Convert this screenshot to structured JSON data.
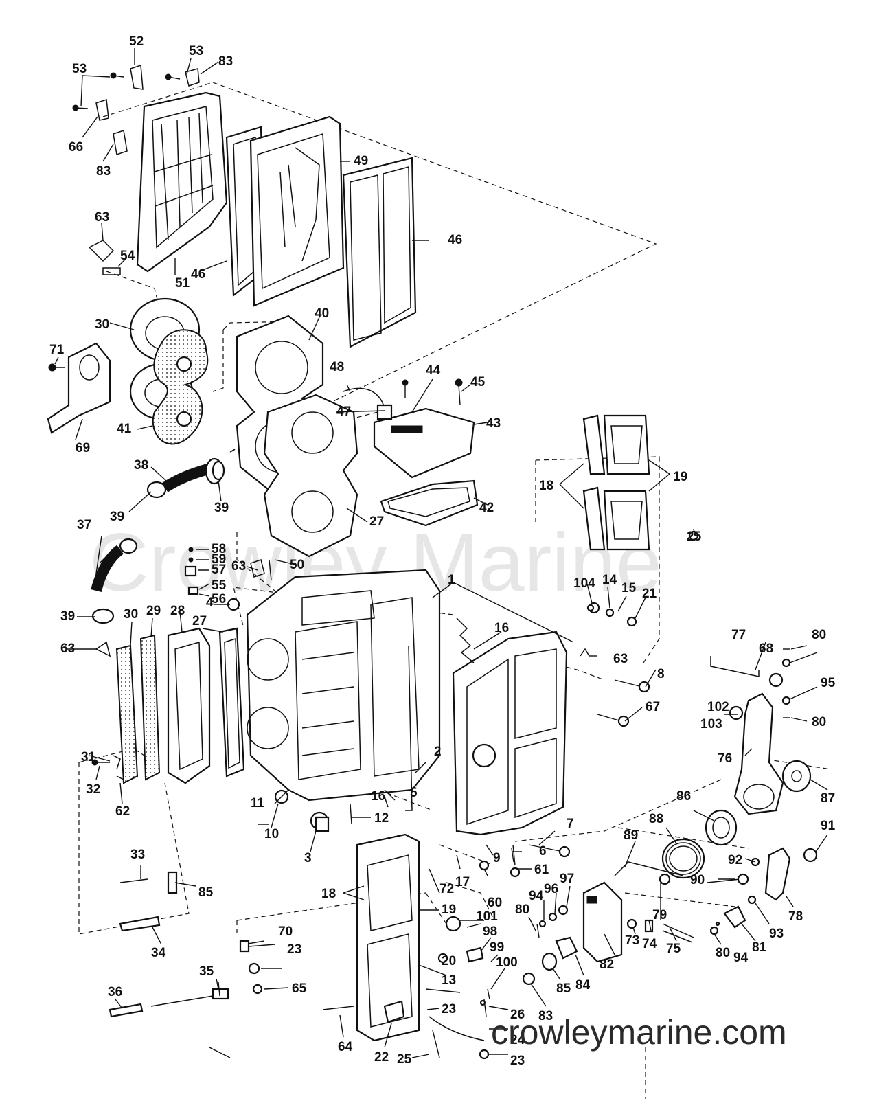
{
  "watermark": "Crowley Marine",
  "site_text": "crowleymarine.com",
  "callouts": [
    "1",
    "2",
    "3",
    "4",
    "5",
    "6",
    "7",
    "8",
    "9",
    "10",
    "11",
    "12",
    "13",
    "14",
    "15",
    "16",
    "16",
    "17",
    "18",
    "18",
    "19",
    "19",
    "20",
    "21",
    "22",
    "23",
    "23",
    "23",
    "24",
    "25",
    "25",
    "26",
    "27",
    "27",
    "28",
    "29",
    "30",
    "30",
    "31",
    "32",
    "33",
    "34",
    "35",
    "36",
    "37",
    "38",
    "39",
    "39",
    "39",
    "40",
    "41",
    "42",
    "43",
    "44",
    "45",
    "46",
    "46",
    "47",
    "48",
    "49",
    "50",
    "51",
    "52",
    "53",
    "53",
    "54",
    "55",
    "56",
    "57",
    "58",
    "59",
    "60",
    "61",
    "62",
    "63",
    "63",
    "63",
    "63",
    "64",
    "65",
    "66",
    "67",
    "68",
    "69",
    "70",
    "71",
    "72",
    "73",
    "74",
    "75",
    "76",
    "77",
    "78",
    "79",
    "80",
    "80",
    "80",
    "80",
    "81",
    "82",
    "83",
    "83",
    "83",
    "84",
    "85",
    "85",
    "86",
    "87",
    "88",
    "89",
    "90",
    "91",
    "92",
    "93",
    "94",
    "94",
    "95",
    "96",
    "97",
    "98",
    "99",
    "100",
    "101",
    "102",
    "103",
    "104"
  ]
}
